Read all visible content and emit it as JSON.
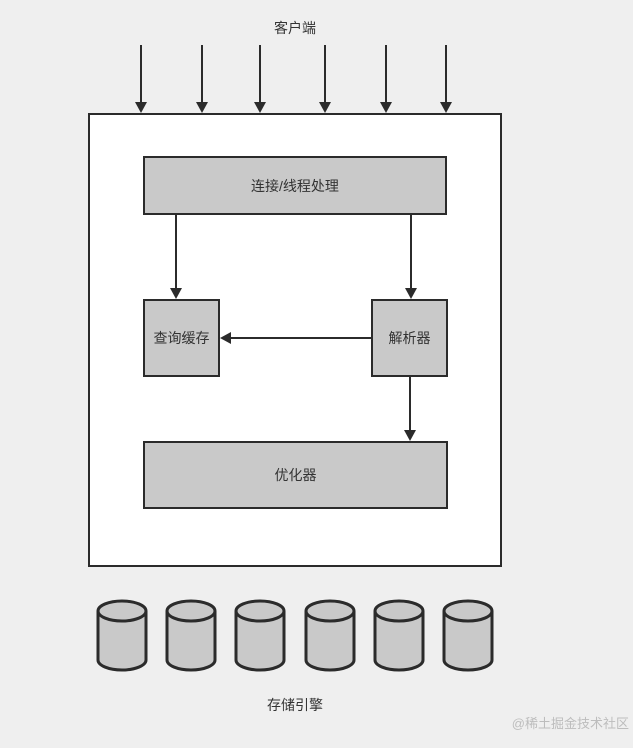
{
  "diagram": {
    "client_label": "客户端",
    "nodes": {
      "connection_thread": "连接/线程处理",
      "query_cache": "查询缓存",
      "parser": "解析器",
      "optimizer": "优化器"
    },
    "storage_engine_label": "存储引擎",
    "storage_cylinder_count": 6,
    "edges": [
      {
        "from": "客户端",
        "to": "连接/线程处理",
        "count": 6
      },
      {
        "from": "连接/线程处理",
        "to": "查询缓存"
      },
      {
        "from": "连接/线程处理",
        "to": "解析器"
      },
      {
        "from": "解析器",
        "to": "查询缓存"
      },
      {
        "from": "解析器",
        "to": "优化器"
      }
    ],
    "colors": {
      "background": "#efefef",
      "server_box_fill": "#ffffff",
      "node_fill": "#c9c9c9",
      "line": "#2b2b2b",
      "text": "#333333",
      "watermark_text": "#bdbdbd"
    },
    "watermark": "@稀土掘金技术社区"
  }
}
